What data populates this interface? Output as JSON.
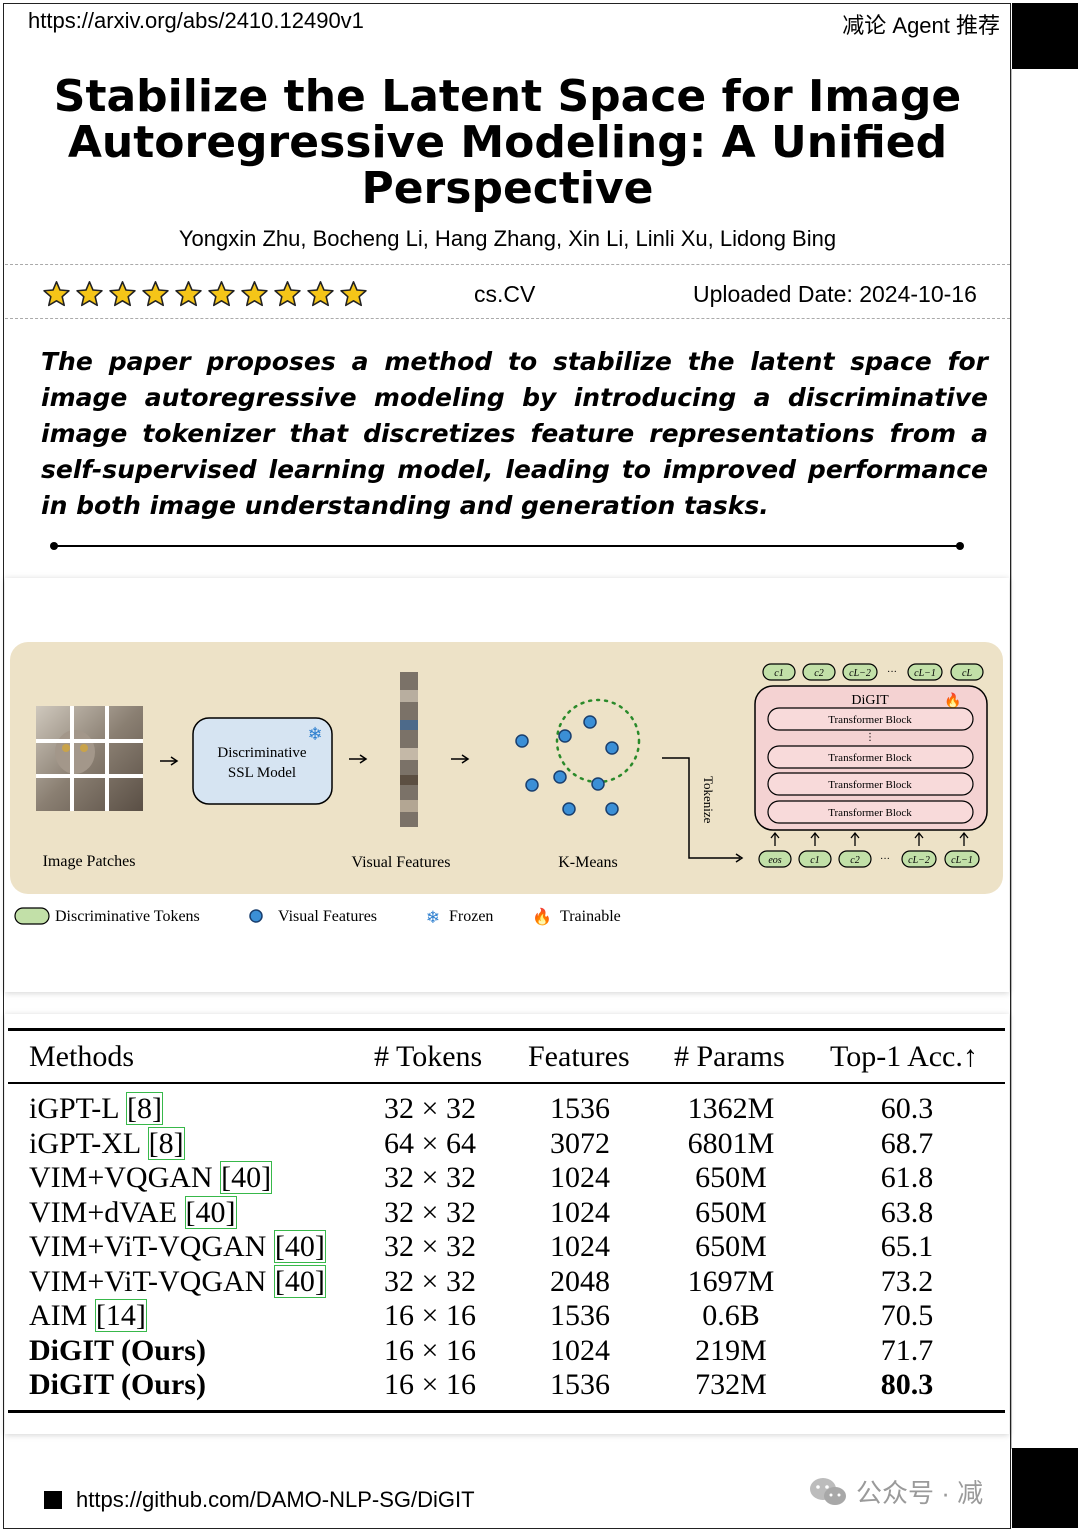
{
  "header": {
    "url": "https://arxiv.org/abs/2410.12490v1",
    "recommendation": "减论 Agent 推荐"
  },
  "paper": {
    "title_lines": [
      "Stabilize the Latent Space for Image",
      "Autoregressive Modeling: A Unified",
      "Perspective"
    ],
    "authors": "Yongxin Zhu, Bocheng Li, Hang Zhang, Xin Li, Linli Xu, Lidong Bing",
    "rating_stars": 10,
    "category": "cs.CV",
    "uploaded": "Uploaded Date: 2024-10-16",
    "summary": "The paper proposes a method to stabilize the latent space for image autoregressive modeling by introducing a discriminative image tokenizer that discretizes feature representations from a self-supervised learning model, leading to improved performance in both image understanding and generation tasks."
  },
  "figure": {
    "image_patches_label": "Image Patches",
    "ssl_model_line1": "Discriminative",
    "ssl_model_line2": "SSL Model",
    "visual_features_label": "Visual Features",
    "kmeans_label": "K-Means",
    "tokenize_label": "Tokenize",
    "digit_title": "DiGIT",
    "transformer_block": "Transformer Block",
    "top_tokens": [
      "c1",
      "c2",
      "cL−2",
      "···",
      "cL−1",
      "cL"
    ],
    "bottom_tokens": [
      "eos",
      "c1",
      "c2",
      "···",
      "cL−2",
      "cL−1"
    ],
    "legend": {
      "tokens": "Discriminative Tokens",
      "features": "Visual Features",
      "frozen": "Frozen",
      "trainable": "Trainable"
    }
  },
  "table": {
    "headers": [
      "Methods",
      "# Tokens",
      "Features",
      "# Params",
      "Top-1 Acc.↑"
    ],
    "rows": [
      {
        "method": "iGPT-L ",
        "ref": "[8]",
        "tokens": "32 × 32",
        "features": "1536",
        "params": "1362M",
        "acc": "60.3",
        "bold": false
      },
      {
        "method": "iGPT-XL ",
        "ref": "[8]",
        "tokens": "64 × 64",
        "features": "3072",
        "params": "6801M",
        "acc": "68.7",
        "bold": false
      },
      {
        "method": "VIM+VQGAN ",
        "ref": "[40]",
        "tokens": "32 × 32",
        "features": "1024",
        "params": "650M",
        "acc": "61.8",
        "bold": false
      },
      {
        "method": "VIM+dVAE ",
        "ref": "[40]",
        "tokens": "32 × 32",
        "features": "1024",
        "params": "650M",
        "acc": "63.8",
        "bold": false
      },
      {
        "method": "VIM+ViT-VQGAN ",
        "ref": "[40]",
        "tokens": "32 × 32",
        "features": "1024",
        "params": "650M",
        "acc": "65.1",
        "bold": false
      },
      {
        "method": "VIM+ViT-VQGAN ",
        "ref": "[40]",
        "tokens": "32 × 32",
        "features": "2048",
        "params": "1697M",
        "acc": "73.2",
        "bold": false
      },
      {
        "method": "AIM ",
        "ref": "[14]",
        "tokens": "16 × 16",
        "features": "1536",
        "params": "0.6B",
        "acc": "70.5",
        "bold": false
      },
      {
        "method": "DiGIT (Ours)",
        "ref": "",
        "tokens": "16 × 16",
        "features": "1024",
        "params": "219M",
        "acc": "71.7",
        "bold": true
      },
      {
        "method": "DiGIT (Ours)",
        "ref": "",
        "tokens": "16 × 16",
        "features": "1536",
        "params": "732M",
        "acc": "80.3",
        "bold": true,
        "acc_bold": true
      }
    ]
  },
  "footer": {
    "github": "https://github.com/DAMO-NLP-SG/DiGIT",
    "watermark": "公众号 · 减"
  }
}
